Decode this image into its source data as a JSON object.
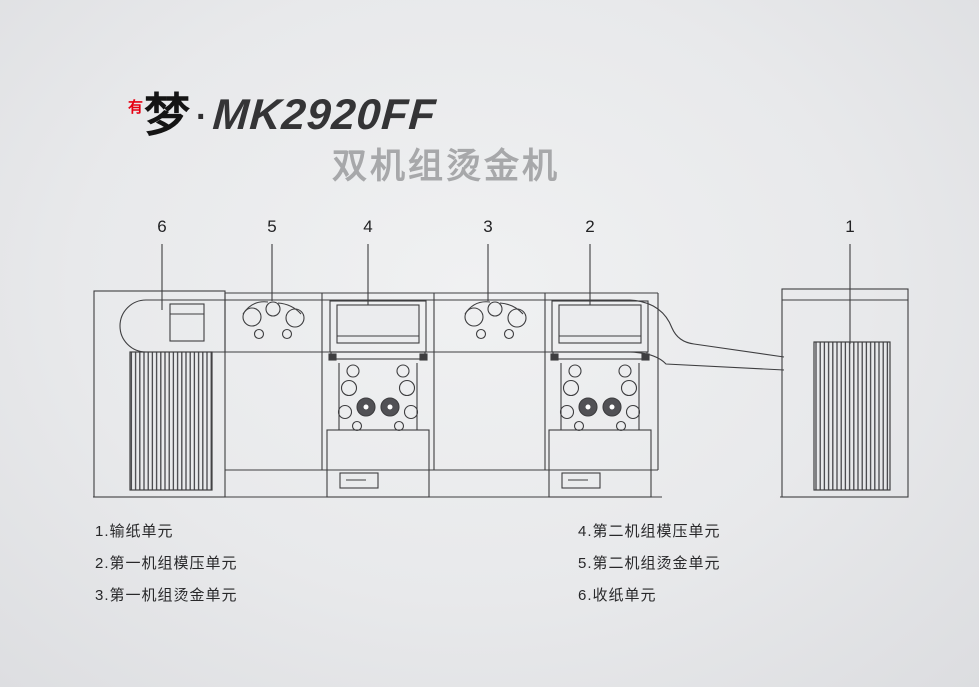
{
  "title": {
    "prefix_small": "有",
    "prefix_large": "梦",
    "separator": "·",
    "model": "MK2920FF",
    "subtitle": "双机组烫金机"
  },
  "callouts": [
    "6",
    "5",
    "4",
    "3",
    "2",
    "1"
  ],
  "legend": {
    "left": [
      "1.输纸单元",
      "2.第一机组模压单元",
      "3.第一机组烫金单元"
    ],
    "right": [
      "4.第二机组模压单元",
      "5.第二机组烫金单元",
      "6.收纸单元"
    ]
  },
  "colors": {
    "accent_red": "#e60012",
    "line": "#3e3e40",
    "subtitle_gray": "#a7a8aa",
    "background": "#e9eaec"
  }
}
